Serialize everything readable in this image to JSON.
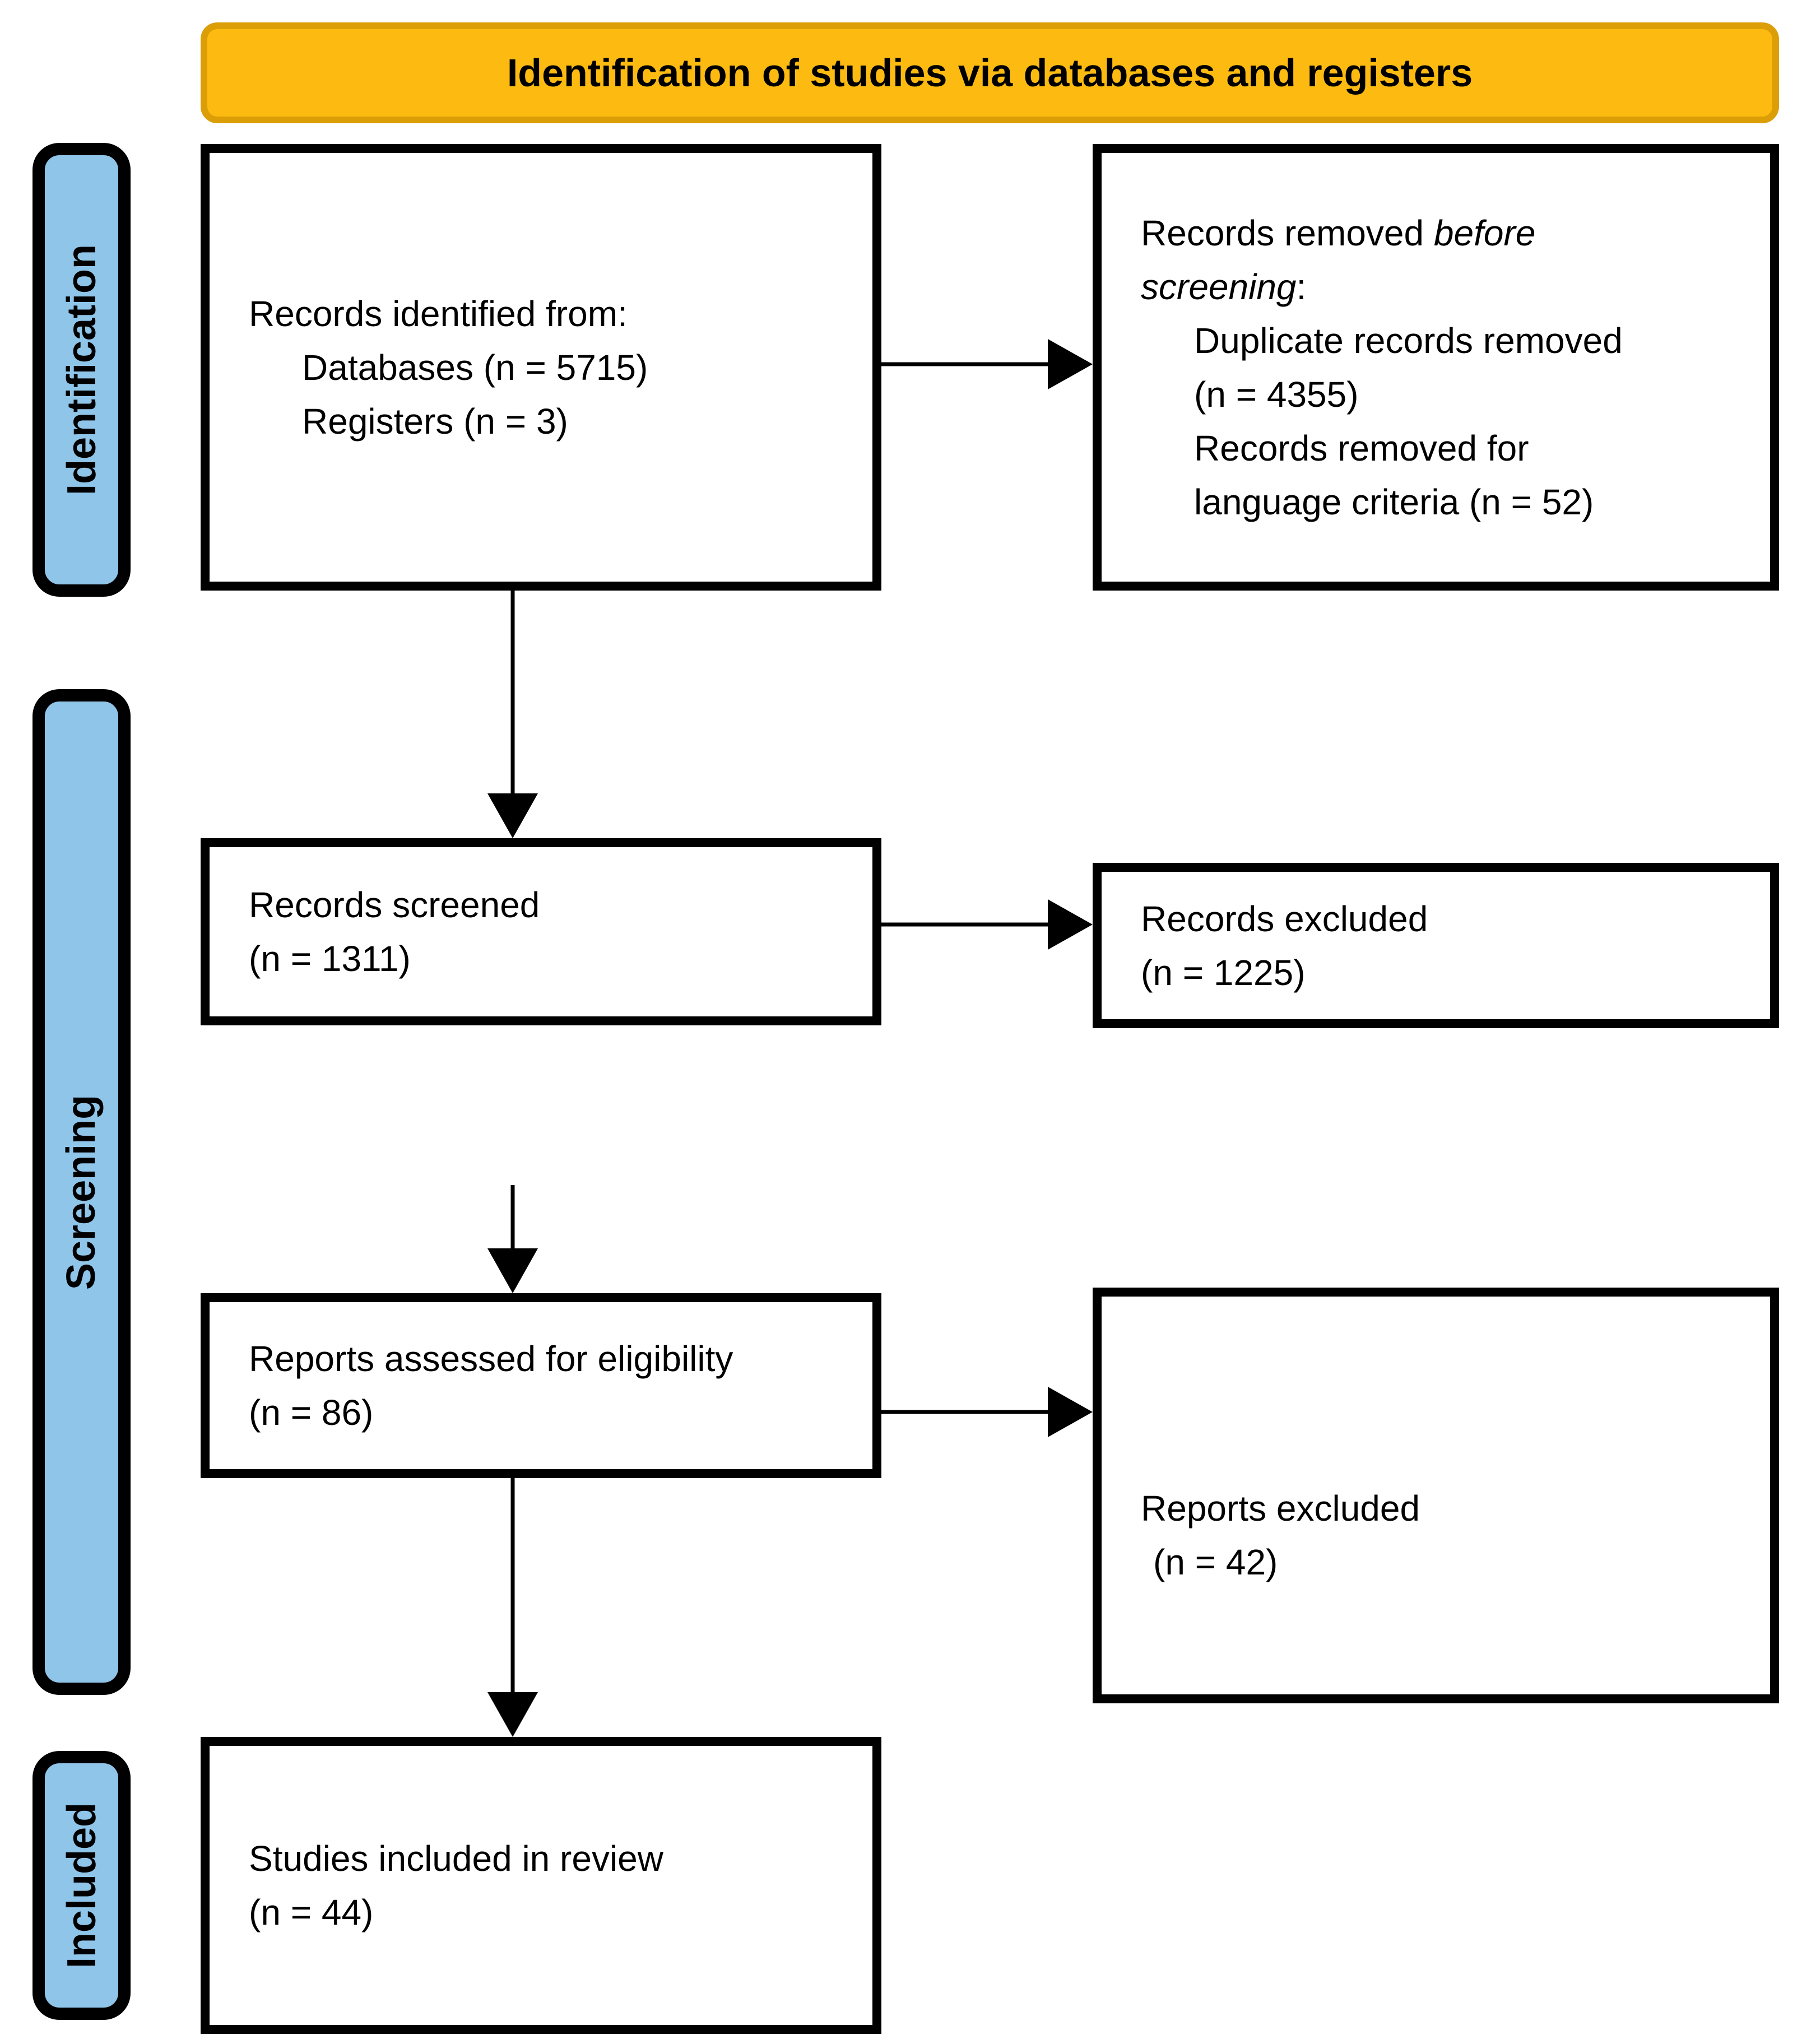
{
  "header": {
    "title": "Identification of studies via databases and registers"
  },
  "stage_labels": {
    "identification": "Identification",
    "screening": "Screening",
    "included": "Included"
  },
  "boxes": {
    "records_identified": {
      "line1": "Records identified from:",
      "item1": "Databases (n = 5715)",
      "item2": "Registers (n = 3)"
    },
    "records_removed": {
      "line1_text": "Records removed ",
      "line1_italic": "before",
      "line2_italic": "screening",
      "line2_text": ":",
      "item1_line1": "Duplicate records removed",
      "item1_line2": "(n = 4355)",
      "item2_line1": "Records removed for",
      "item2_line2": "language criteria (n = 52)"
    },
    "records_screened": {
      "line1": "Records screened",
      "line2": "(n = 1311)"
    },
    "records_excluded": {
      "line1": "Records excluded",
      "line2": "(n = 1225)"
    },
    "reports_assessed": {
      "line1": "Reports assessed for eligibility",
      "line2": "(n = 86)"
    },
    "reports_excluded": {
      "line1": "Reports excluded",
      "line2": "(n = 42)"
    },
    "studies_included": {
      "line1": "Studies included in review",
      "line2": "(n = 44)"
    }
  },
  "colors": {
    "banner_fill": "#FDBB11",
    "banner_border": "#DB9E06",
    "stage_fill": "#90C5EA",
    "box_border": "#000000",
    "arrow": "#000000",
    "background": "#FFFFFF"
  }
}
